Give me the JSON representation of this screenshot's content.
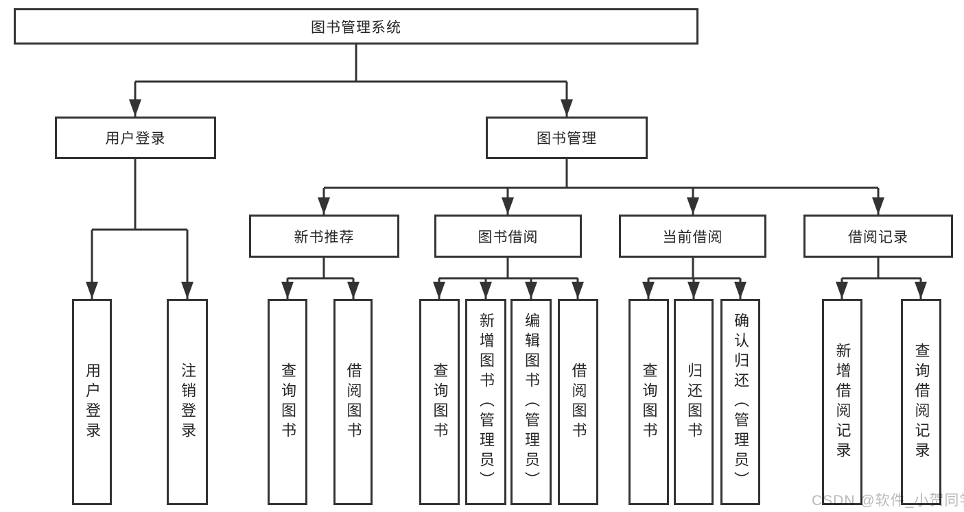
{
  "diagram": {
    "type": "hierarchy-functional-structure",
    "root_title": "图书管理系统"
  },
  "nodes": {
    "root": {
      "label": "图书管理系统"
    },
    "user_login": {
      "label": "用户登录"
    },
    "book_mgmt": {
      "label": "图书管理"
    },
    "new_book_rec": {
      "label": "新书推荐"
    },
    "book_borrow": {
      "label": "图书借阅"
    },
    "current_borrow": {
      "label": "当前借阅"
    },
    "borrow_record": {
      "label": "借阅记录"
    },
    "leaf_user_login": {
      "label": "用户登录"
    },
    "leaf_logout": {
      "label": "注销登录"
    },
    "leaf_query_book_1": {
      "label": "查询图书"
    },
    "leaf_borrow_book_1": {
      "label": "借阅图书"
    },
    "leaf_query_book_2": {
      "label": "查询图书"
    },
    "leaf_add_book": {
      "label": "新增图书（管理员）"
    },
    "leaf_edit_book": {
      "label": "编辑图书（管理员）"
    },
    "leaf_borrow_book_2": {
      "label": "借阅图书"
    },
    "leaf_query_book_3": {
      "label": "查询图书"
    },
    "leaf_return_book": {
      "label": "归还图书"
    },
    "leaf_confirm_return": {
      "label": "确认归还（管理员）"
    },
    "leaf_add_record": {
      "label": "新增借阅记录"
    },
    "leaf_query_record": {
      "label": "查询借阅记录"
    }
  },
  "hierarchy": [
    {
      "parent": "图书管理系统",
      "children": [
        "用户登录",
        "图书管理"
      ]
    },
    {
      "parent": "用户登录",
      "children": [
        "用户登录",
        "注销登录"
      ]
    },
    {
      "parent": "图书管理",
      "children": [
        "新书推荐",
        "图书借阅",
        "当前借阅",
        "借阅记录"
      ]
    },
    {
      "parent": "新书推荐",
      "children": [
        "查询图书",
        "借阅图书"
      ]
    },
    {
      "parent": "图书借阅",
      "children": [
        "查询图书",
        "新增图书（管理员）",
        "编辑图书（管理员）",
        "借阅图书"
      ]
    },
    {
      "parent": "当前借阅",
      "children": [
        "查询图书",
        "归还图书",
        "确认归还（管理员）"
      ]
    },
    {
      "parent": "借阅记录",
      "children": [
        "新增借阅记录",
        "查询借阅记录"
      ]
    }
  ],
  "watermark": {
    "text": "CSDN @软件_小贺同学",
    "color": "#b9b9b9"
  },
  "colors": {
    "line": "#333333",
    "border": "#333333",
    "text": "#262626",
    "background": "#ffffff"
  }
}
